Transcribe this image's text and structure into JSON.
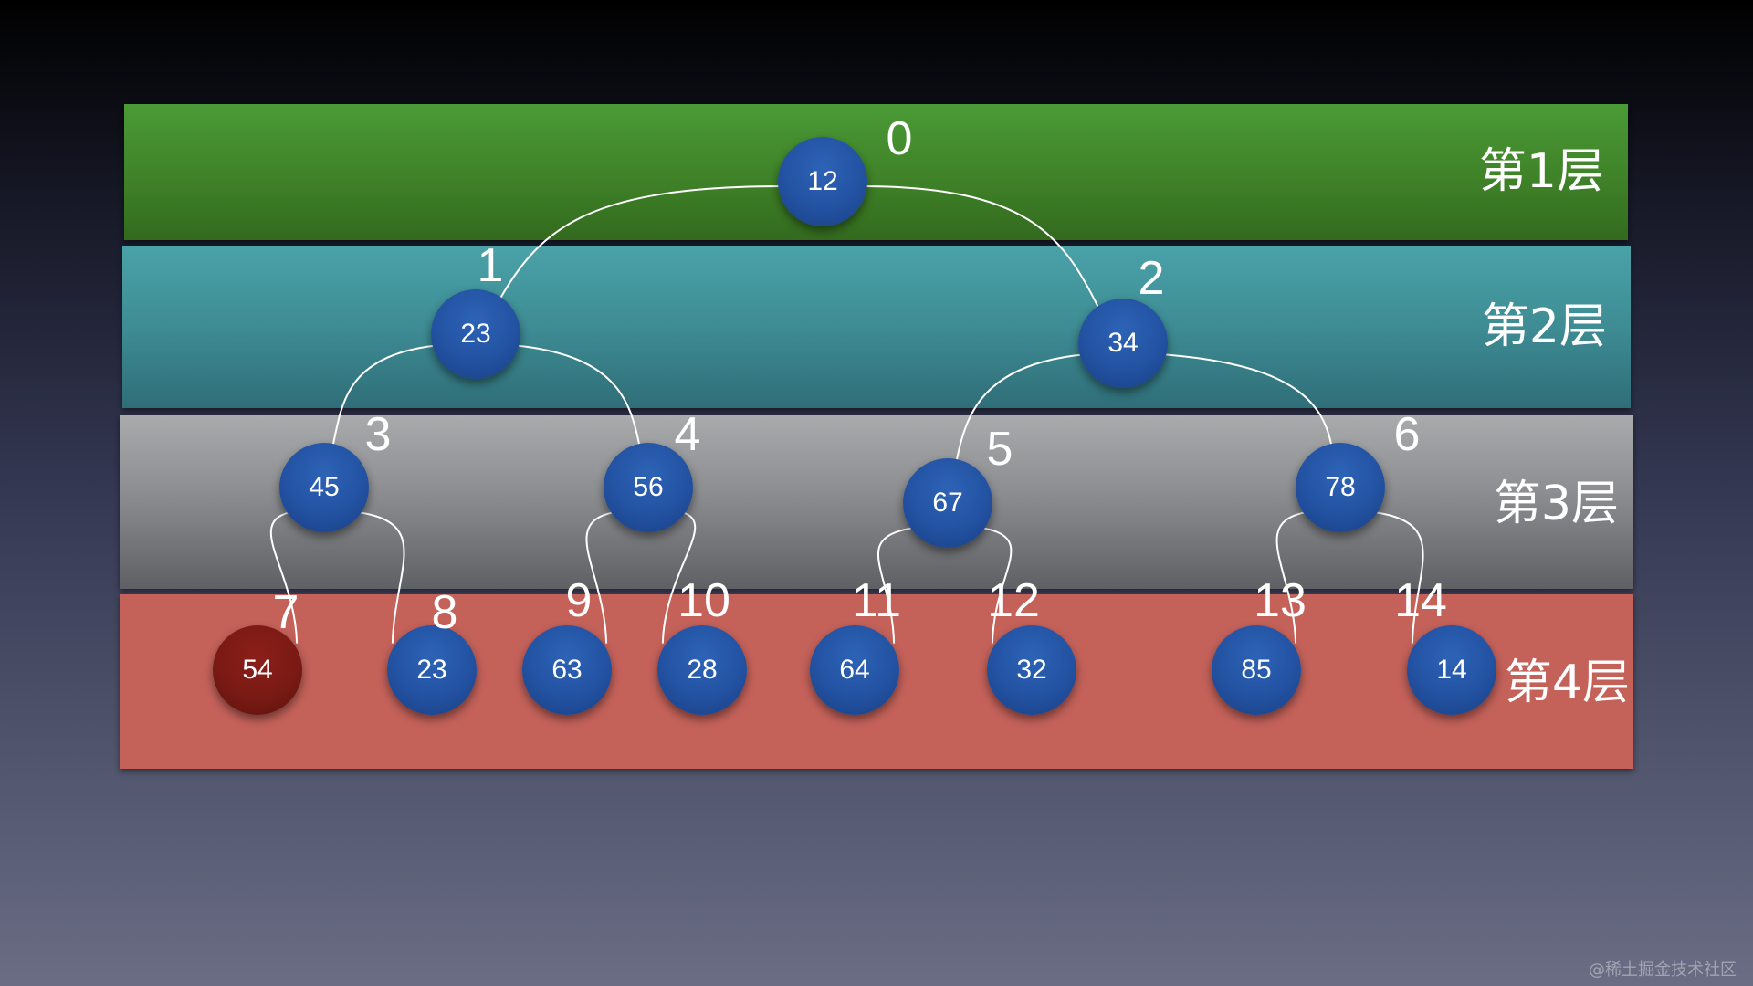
{
  "layers": [
    {
      "label": "第1层",
      "color": "#3f8228"
    },
    {
      "label": "第2层",
      "color": "#3e8c94"
    },
    {
      "label": "第3层",
      "color": "#8c8d90"
    },
    {
      "label": "第4层",
      "color": "#c4625a"
    }
  ],
  "nodes": [
    {
      "index": "0",
      "value": "12"
    },
    {
      "index": "1",
      "value": "23"
    },
    {
      "index": "2",
      "value": "34"
    },
    {
      "index": "3",
      "value": "45"
    },
    {
      "index": "4",
      "value": "56"
    },
    {
      "index": "5",
      "value": "67"
    },
    {
      "index": "6",
      "value": "78"
    },
    {
      "index": "7",
      "value": "54",
      "highlighted": true
    },
    {
      "index": "8",
      "value": "23"
    },
    {
      "index": "9",
      "value": "63"
    },
    {
      "index": "10",
      "value": "28"
    },
    {
      "index": "11",
      "value": "64"
    },
    {
      "index": "12",
      "value": "32"
    },
    {
      "index": "13",
      "value": "85"
    },
    {
      "index": "14",
      "value": "14"
    }
  ],
  "edges": [
    [
      0,
      1
    ],
    [
      0,
      2
    ],
    [
      1,
      3
    ],
    [
      1,
      4
    ],
    [
      2,
      5
    ],
    [
      2,
      6
    ],
    [
      3,
      7
    ],
    [
      3,
      8
    ],
    [
      4,
      9
    ],
    [
      4,
      10
    ],
    [
      5,
      11
    ],
    [
      5,
      12
    ],
    [
      6,
      13
    ],
    [
      6,
      14
    ]
  ],
  "colors": {
    "node": "#2352a2",
    "highlight": "#7a1a14",
    "edge": "#ffffff"
  },
  "watermark": "@稀土掘金技术社区"
}
